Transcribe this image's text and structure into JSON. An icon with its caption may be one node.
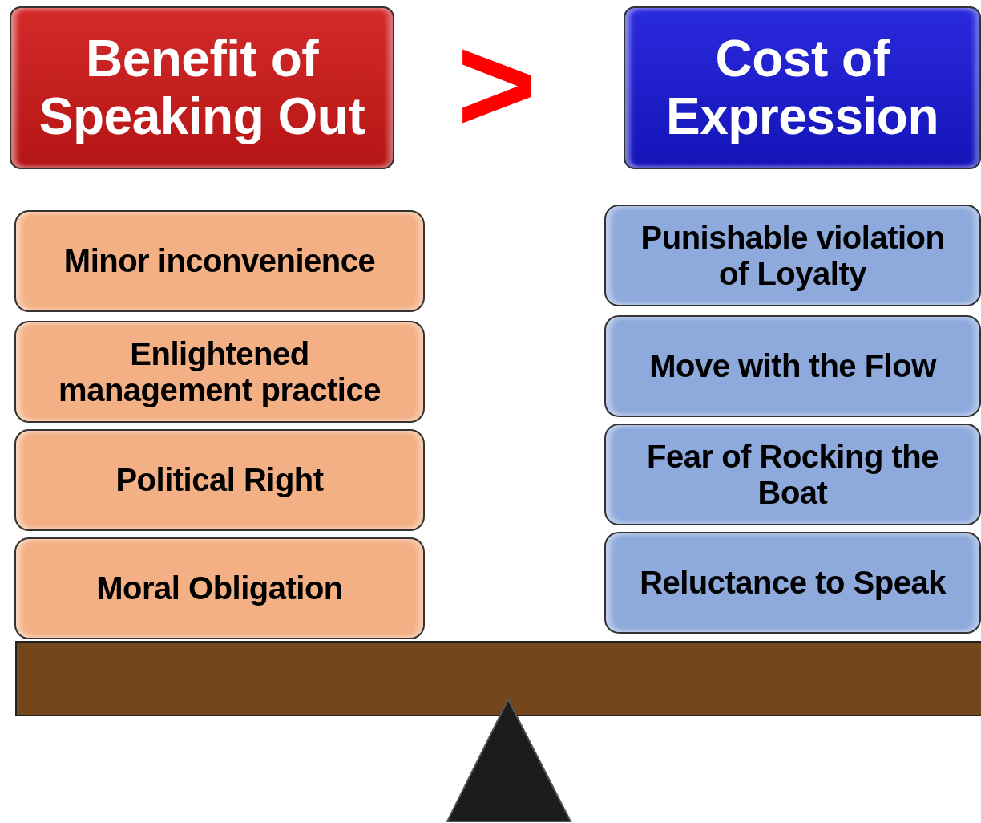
{
  "diagram": {
    "nodes": [
      {
        "text": [
          "Benefit of Speaking Out"
        ]
      },
      {
        "text": [
          "Cost of Expression"
        ]
      },
      {
        "text": [
          "Minor inconvenience"
        ]
      },
      {
        "text": [
          "Enlightened management practice"
        ]
      },
      {
        "text": [
          "Political Right"
        ]
      },
      {
        "text": [
          "Moral Obligation"
        ]
      },
      {
        "text": [
          "Punishable violation of Loyalty"
        ]
      },
      {
        "text": [
          "Move with the Flow"
        ]
      },
      {
        "text": [
          "Fear of Rocking the Boat"
        ]
      },
      {
        "text": [
          "Reluctance to Speak"
        ]
      }
    ],
    "edges": [],
    "labels": [
      ">"
    ]
  }
}
